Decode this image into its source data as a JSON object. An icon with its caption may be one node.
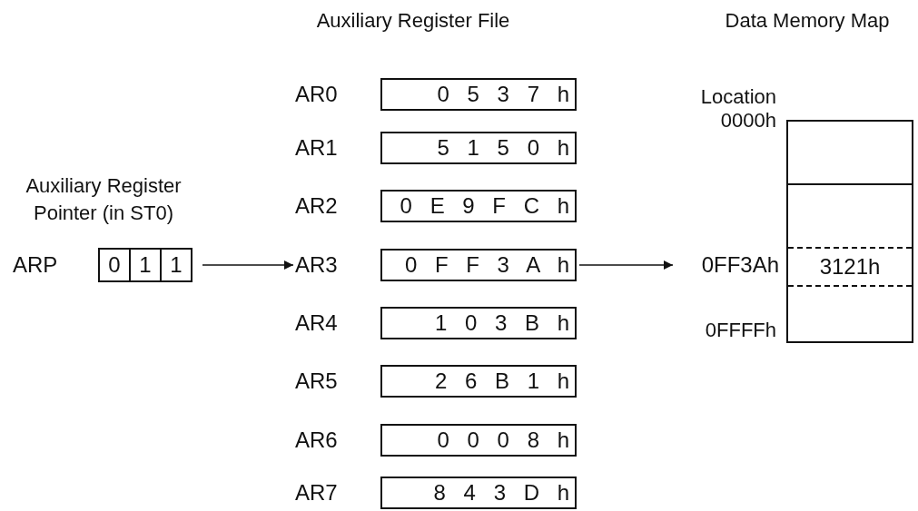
{
  "diagram": {
    "nodes": [
      {
        "text": [
          "Auxiliary Register Pointer (in ST0)",
          "ARP",
          "0",
          "1",
          "1"
        ]
      },
      {
        "text": [
          "0 5 3 7 h"
        ],
        "beside": [
          "AR0"
        ]
      },
      {
        "text": [
          "5 1 5 0 h"
        ],
        "beside": [
          "AR1"
        ]
      },
      {
        "text": [
          "0 E 9 F C h"
        ],
        "beside": [
          "AR2"
        ]
      },
      {
        "text": [
          "0 F F 3 A h"
        ],
        "beside": [
          "AR3"
        ]
      },
      {
        "text": [
          "1 0 3 B h"
        ],
        "beside": [
          "AR4"
        ]
      },
      {
        "text": [
          "2 6 B 1 h"
        ],
        "beside": [
          "AR5"
        ]
      },
      {
        "text": [
          "0 0 0 8 h"
        ],
        "beside": [
          "AR6"
        ]
      },
      {
        "text": [
          "8 4 3 D h"
        ],
        "beside": [
          "AR7"
        ]
      },
      {
        "text": [],
        "shape": "box"
      },
      {
        "text": [
          "0FF3Ah"
        ]
      },
      {
        "text": [
          "3121h"
        ],
        "in": 9
      }
    ],
    "edges": [
      {
        "from": 0,
        "to": 4,
        "arrow": "to"
      },
      {
        "from": 4,
        "to": 10,
        "arrow": "to"
      }
    ],
    "labels": [
      "Auxiliary Register File",
      "Data Memory Map",
      "Location 0000h",
      "0FFFFh"
    ]
  }
}
